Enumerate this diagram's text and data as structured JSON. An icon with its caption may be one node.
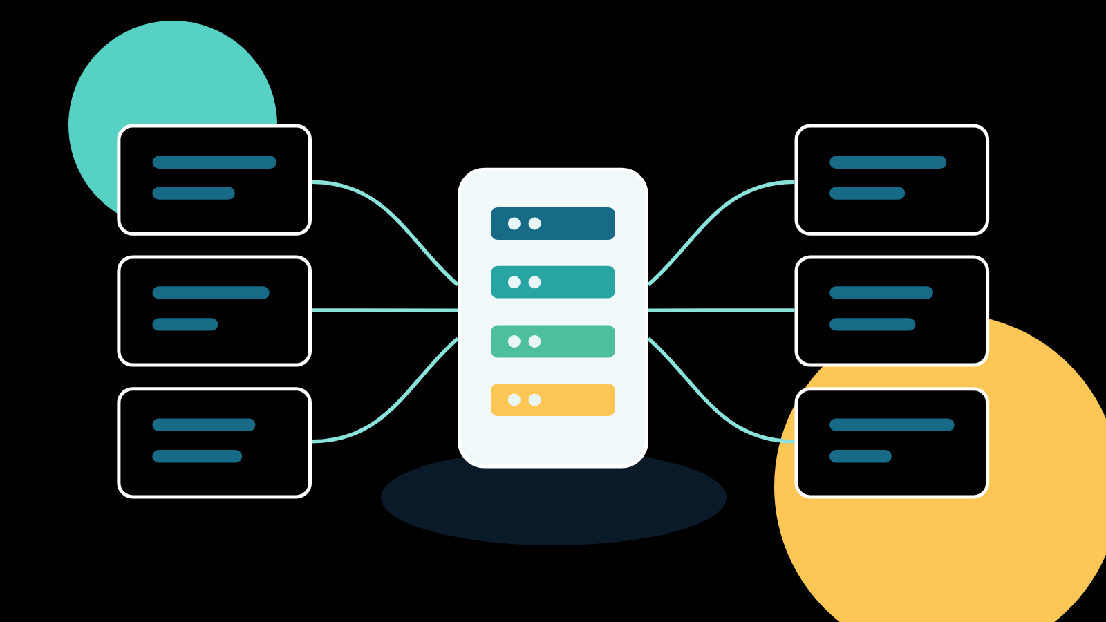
{
  "diagram": {
    "nodes": [
      {
        "text": [],
        "shape": "box"
      },
      {
        "text": [],
        "shape": "box"
      },
      {
        "text": [],
        "shape": "box"
      },
      {
        "text": [],
        "shape": "box"
      },
      {
        "text": [],
        "shape": "box"
      },
      {
        "text": [],
        "shape": "box"
      },
      {
        "text": [],
        "shape": "box"
      }
    ],
    "edges": [
      {
        "from": 0,
        "to": 1,
        "arrow": "none"
      },
      {
        "from": 0,
        "to": 2,
        "arrow": "none"
      },
      {
        "from": 0,
        "to": 3,
        "arrow": "none"
      },
      {
        "from": 0,
        "to": 4,
        "arrow": "none"
      },
      {
        "from": 0,
        "to": 5,
        "arrow": "none"
      },
      {
        "from": 0,
        "to": 6,
        "arrow": "none"
      }
    ]
  }
}
